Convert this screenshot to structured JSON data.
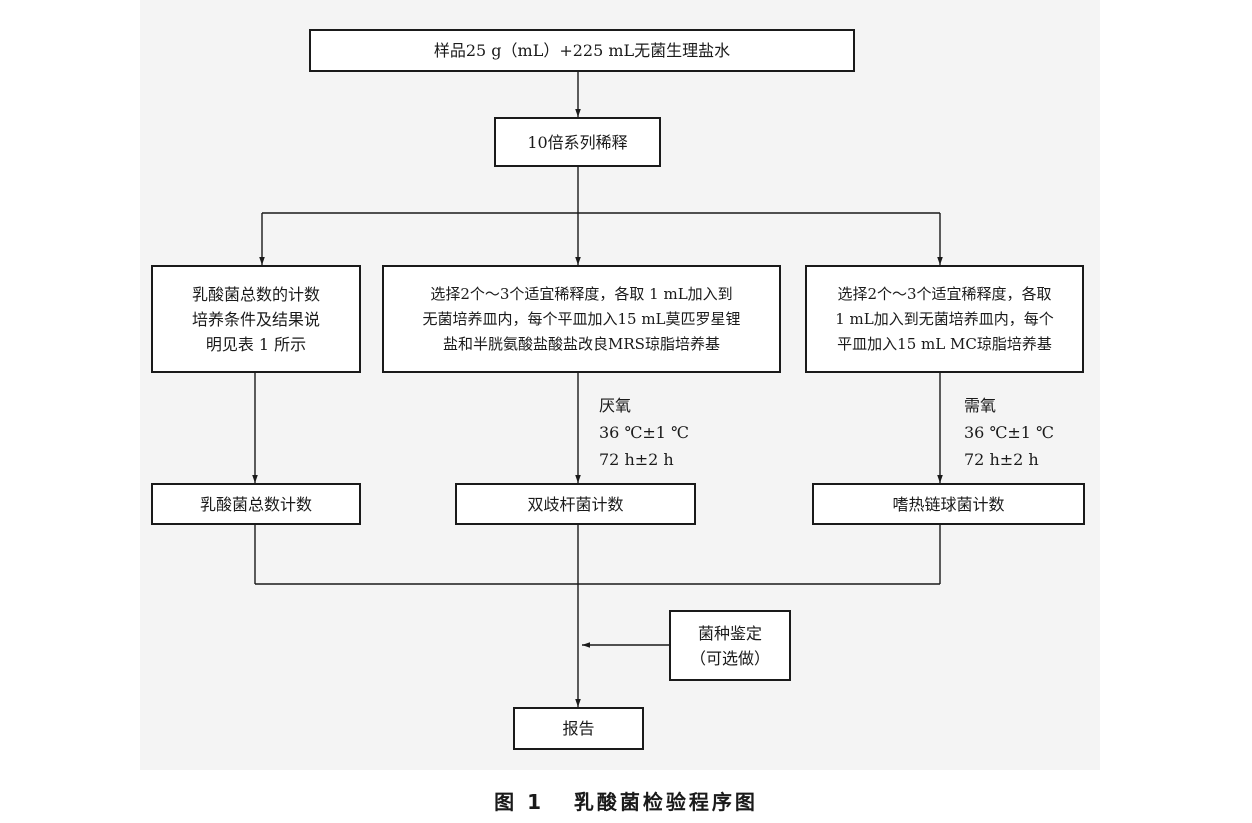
{
  "nodes": {
    "sample": {
      "lines": [
        "样品25 g（mL）+225 mL无菌生理盐水"
      ]
    },
    "dilution": {
      "lines": [
        "10倍系列稀释"
      ]
    },
    "total_condition": {
      "lines": [
        "乳酸菌总数的计数",
        "培养条件及结果说",
        "明见表 1 所示"
      ]
    },
    "bifido_prep": {
      "lines": [
        "选择2个～3个适宜稀释度，各取 1 mL加入到",
        "无菌培养皿内，每个平皿加入15 mL莫匹罗星锂",
        "盐和半胱氨酸盐酸盐改良MRS琼脂培养基"
      ]
    },
    "strep_prep": {
      "lines": [
        "选择2个～3个适宜稀释度，各取",
        "1 mL加入到无菌培养皿内，每个",
        "平皿加入15 mL  MC琼脂培养基"
      ]
    },
    "total_count": {
      "lines": [
        "乳酸菌总数计数"
      ]
    },
    "bifido_count": {
      "lines": [
        "双歧杆菌计数"
      ]
    },
    "strep_count": {
      "lines": [
        "嗜热链球菌计数"
      ]
    },
    "identification": {
      "lines": [
        "菌种鉴定",
        "（可选做）"
      ]
    },
    "report": {
      "lines": [
        "报告"
      ]
    }
  },
  "conditions": {
    "anaerobic": [
      "厌氧",
      "36 ℃±1 ℃",
      "72 h±2 h"
    ],
    "aerobic": [
      "需氧",
      "36 ℃±1 ℃",
      "72 h±2 h"
    ]
  },
  "caption": "图 1   乳酸菌检验程序图",
  "colors": {
    "line": "#1a1a1a",
    "box_fill": "#ffffff",
    "background": "#f4f4f4"
  }
}
